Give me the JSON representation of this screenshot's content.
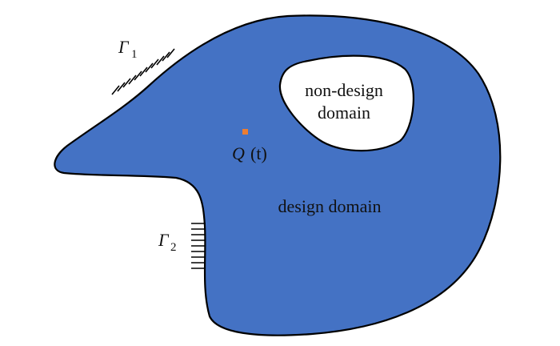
{
  "diagram": {
    "colors": {
      "domain_fill": "#4472c4",
      "domain_stroke": "#000000",
      "hole_fill": "#ffffff",
      "point_marker": "#ed7d31",
      "support_hatch": "#000000"
    },
    "labels": {
      "non_design_line1": "non-design",
      "non_design_line2": "domain",
      "design_domain": "design domain",
      "point_symbol": "Q",
      "point_argument": "(t)",
      "boundary1_symbol": "Γ",
      "boundary1_subscript": "1",
      "boundary2_symbol": "Γ",
      "boundary2_subscript": "2"
    }
  }
}
